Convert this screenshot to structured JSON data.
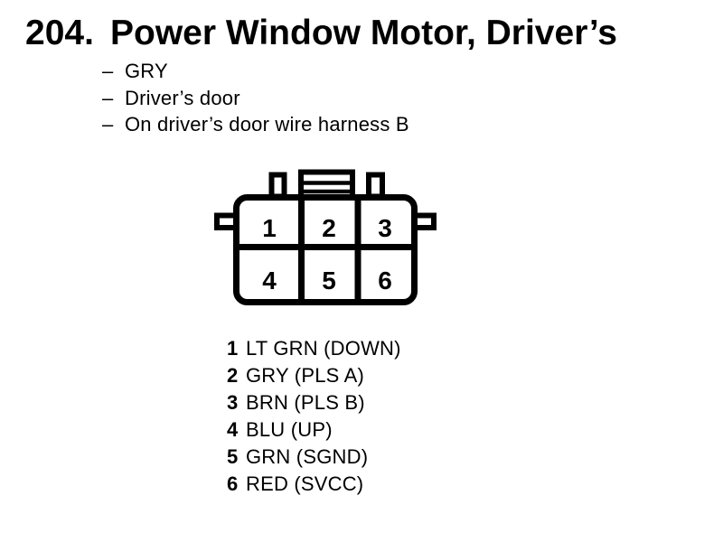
{
  "colors": {
    "background": "#ffffff",
    "ink": "#000000"
  },
  "header": {
    "index": "204.",
    "title": "Power Window Motor, Driver’s"
  },
  "details": {
    "bullet": "–",
    "items": [
      "GRY",
      "Driver’s door",
      "On driver’s door wire harness B"
    ]
  },
  "connector": {
    "description": "6-cavity connector, front view, 2 rows x 3 columns",
    "cells": [
      "1",
      "2",
      "3",
      "4",
      "5",
      "6"
    ]
  },
  "pins": [
    {
      "num": "1",
      "desc": "LT GRN (DOWN)"
    },
    {
      "num": "2",
      "desc": "GRY (PLS A)"
    },
    {
      "num": "3",
      "desc": "BRN (PLS B)"
    },
    {
      "num": "4",
      "desc": "BLU (UP)"
    },
    {
      "num": "5",
      "desc": "GRN (SGND)"
    },
    {
      "num": "6",
      "desc": "RED (SVCC)"
    }
  ]
}
